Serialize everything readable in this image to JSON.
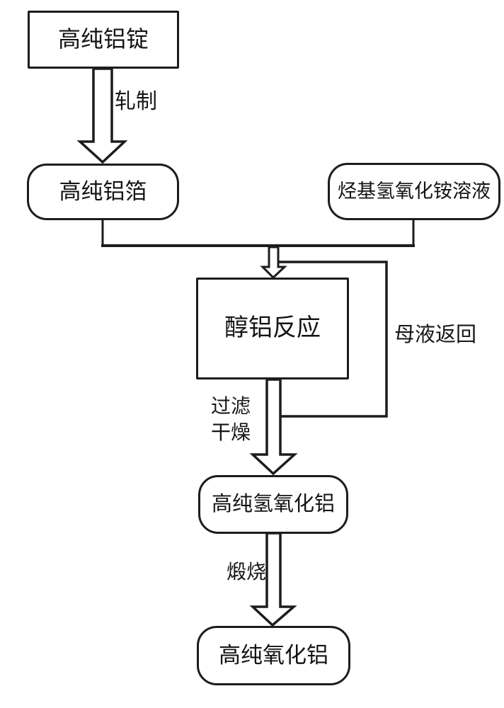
{
  "diagram": {
    "type": "flowchart",
    "background": "#ffffff",
    "line_color": "#1c1c1c",
    "nodes": {
      "ingot": {
        "label": "高纯铝锭",
        "shape": "rect"
      },
      "foil": {
        "label": "高纯铝箔",
        "shape": "rounded"
      },
      "ammonium_solution": {
        "label": "烃基氢氧化铵溶液",
        "shape": "rounded"
      },
      "reaction": {
        "label": "醇铝反应",
        "shape": "rect"
      },
      "hydroxide": {
        "label": "高纯氢氧化铝",
        "shape": "rounded"
      },
      "alumina": {
        "label": "高纯氧化铝",
        "shape": "rounded"
      }
    },
    "edge_labels": {
      "rolling": "轧制",
      "filtering": "过滤",
      "drying": "干燥",
      "mother_liquor_return": "母液返回",
      "calcining": "煅烧"
    }
  }
}
